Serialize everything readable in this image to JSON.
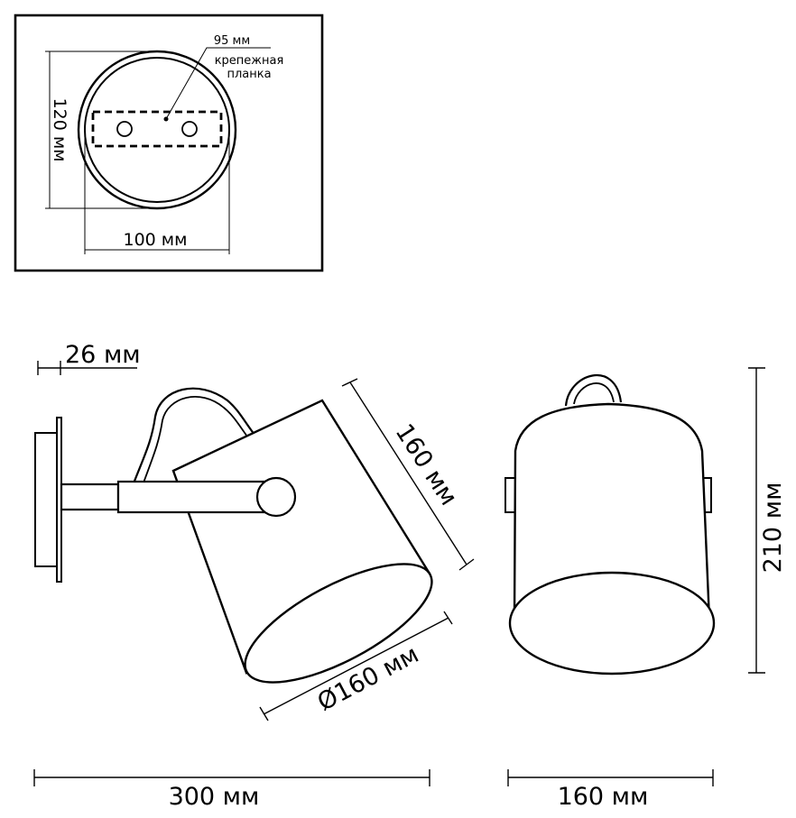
{
  "labels": {
    "bracket_width": "95 мм",
    "bracket_name_line1": "крепежная",
    "bracket_name_line2": "планка",
    "base_height": "120 мм",
    "base_width": "100 мм",
    "base_depth": "26 мм",
    "shade_length": "160 мм",
    "shade_diameter": "Ø160 мм",
    "total_length": "300 мм",
    "front_width": "160 мм",
    "front_height": "210 мм"
  }
}
